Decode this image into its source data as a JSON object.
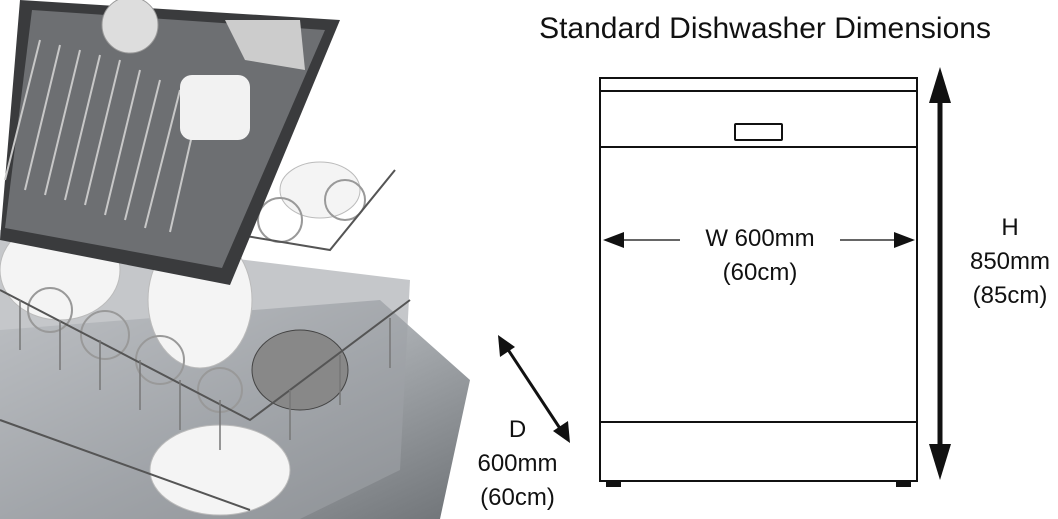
{
  "title": "Standard Dishwasher Dimensions",
  "width": {
    "line1": "W 600mm",
    "line2": "(60cm)"
  },
  "height": {
    "line1": "H",
    "line2": "850mm",
    "line3": "(85cm)"
  },
  "depth": {
    "line1": "D",
    "line2": "600mm",
    "line3": "(60cm)"
  },
  "colors": {
    "line": "#111111",
    "tray": "#3a3b3d",
    "steel": "#b8bcc0"
  }
}
